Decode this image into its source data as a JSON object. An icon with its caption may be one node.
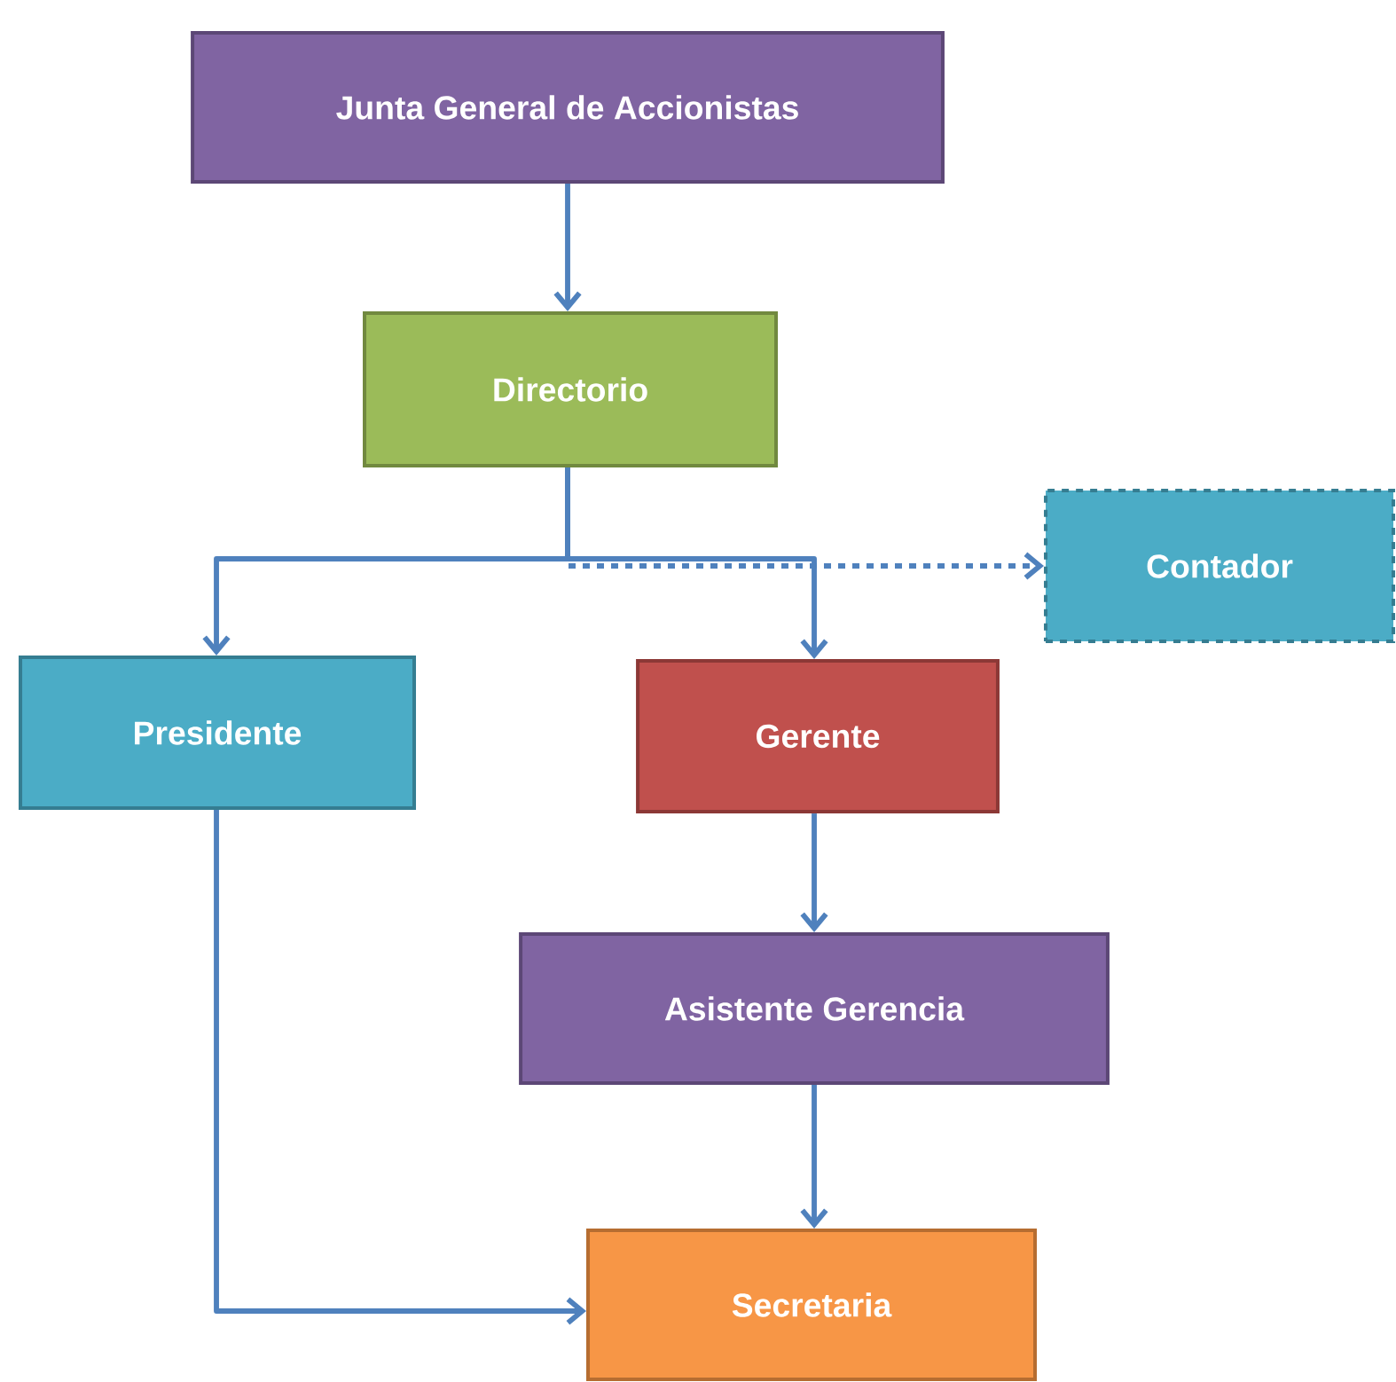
{
  "diagram": {
    "nodes": [
      {
        "text": [
          "Junta General de Accionistas"
        ]
      },
      {
        "text": [
          "Directorio"
        ]
      },
      {
        "text": [
          "Contador"
        ]
      },
      {
        "text": [
          "Presidente"
        ]
      },
      {
        "text": [
          "Gerente"
        ]
      },
      {
        "text": [
          "Asistente Gerencia"
        ]
      },
      {
        "text": [
          "Secretaria"
        ]
      }
    ],
    "edges": [
      {
        "from": 0,
        "to": 1,
        "arrow": "to"
      },
      {
        "from": 1,
        "to": 3,
        "arrow": "to"
      },
      {
        "from": 1,
        "to": 4,
        "arrow": "to"
      },
      {
        "from": 1,
        "to": 2,
        "arrow": "to",
        "style": "dashed"
      },
      {
        "from": 4,
        "to": 5,
        "arrow": "to"
      },
      {
        "from": 5,
        "to": 6,
        "arrow": "to"
      },
      {
        "from": 3,
        "to": 6,
        "arrow": "to"
      }
    ]
  }
}
